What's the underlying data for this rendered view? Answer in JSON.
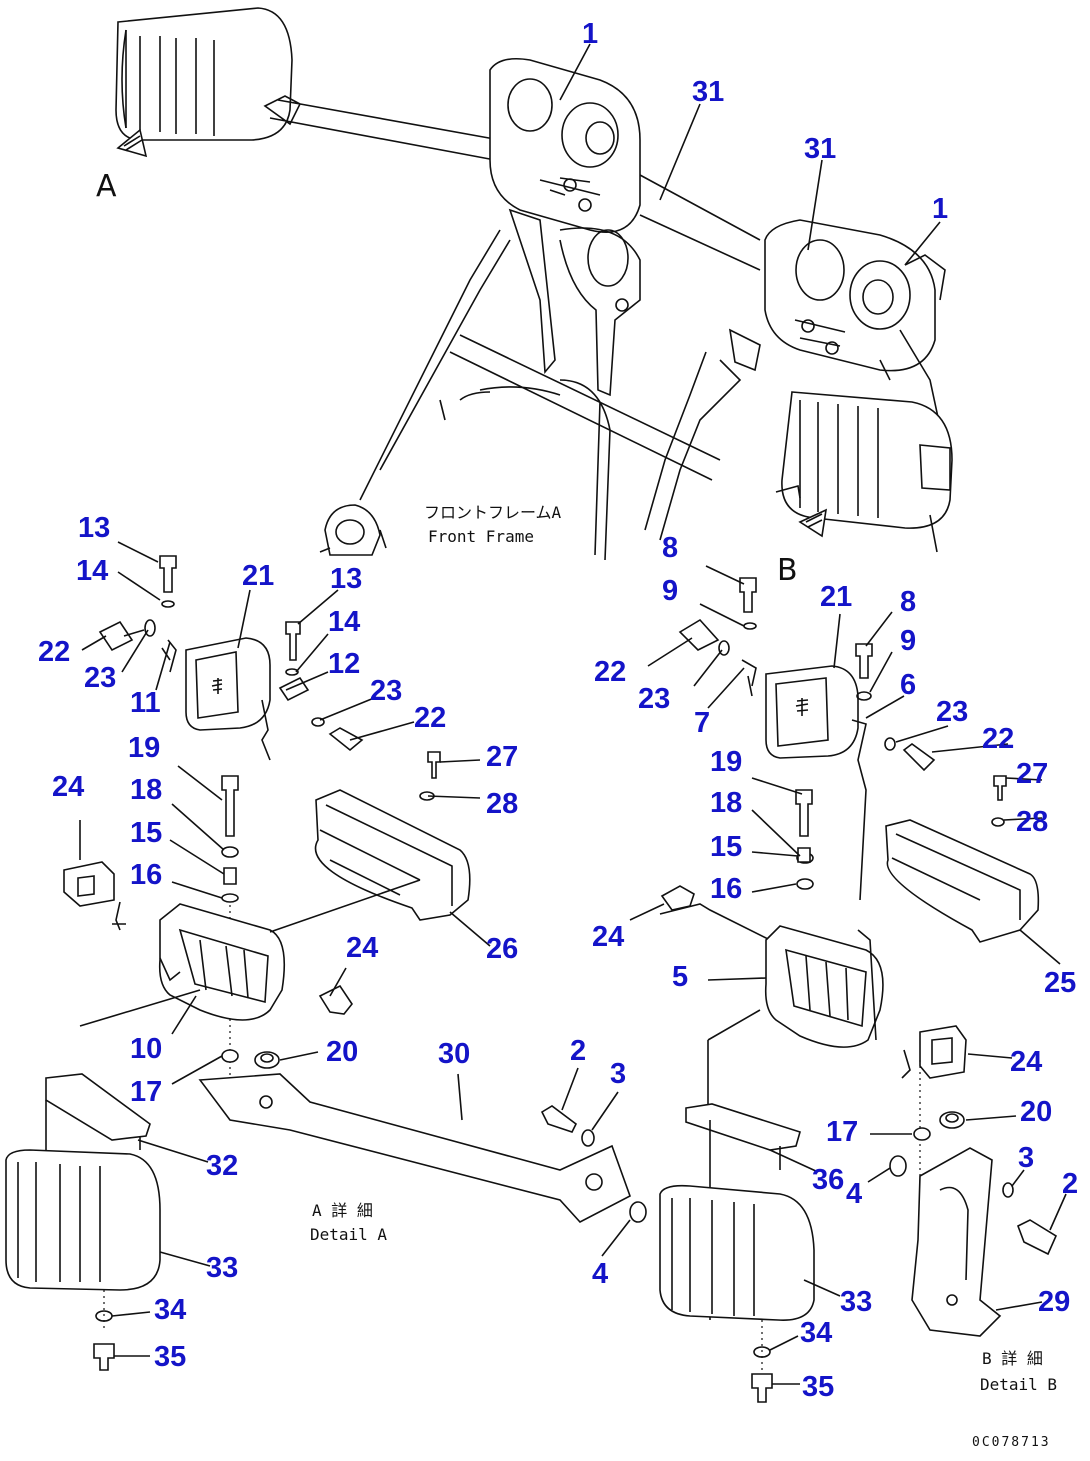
{
  "callouts": [
    "1",
    "31",
    "31",
    "1",
    "13",
    "14",
    "22",
    "23",
    "11",
    "21",
    "13",
    "14",
    "12",
    "23",
    "22",
    "19",
    "18",
    "15",
    "16",
    "24",
    "10",
    "17",
    "20",
    "24",
    "26",
    "27",
    "28",
    "30",
    "2",
    "3",
    "4",
    "32",
    "33",
    "34",
    "35",
    "8",
    "9",
    "22",
    "23",
    "7",
    "21",
    "8",
    "9",
    "6",
    "23",
    "22",
    "19",
    "18",
    "15",
    "16",
    "24",
    "5",
    "27",
    "28",
    "25",
    "24",
    "17",
    "20",
    "3",
    "2",
    "4",
    "36",
    "33",
    "34",
    "35",
    "29"
  ],
  "notes": {
    "view_a": "A",
    "view_b": "B",
    "front_frame_jp": "フロントフレームA",
    "front_frame_en": "Front Frame",
    "detail_a_jp": "A 詳 細",
    "detail_a_en": "Detail A",
    "detail_b_jp": "B 詳 細",
    "detail_b_en": "Detail B",
    "drawing_number": "0C078713"
  },
  "colors": {
    "callout": "#1414c8",
    "line": "#111111",
    "background": "#ffffff"
  }
}
